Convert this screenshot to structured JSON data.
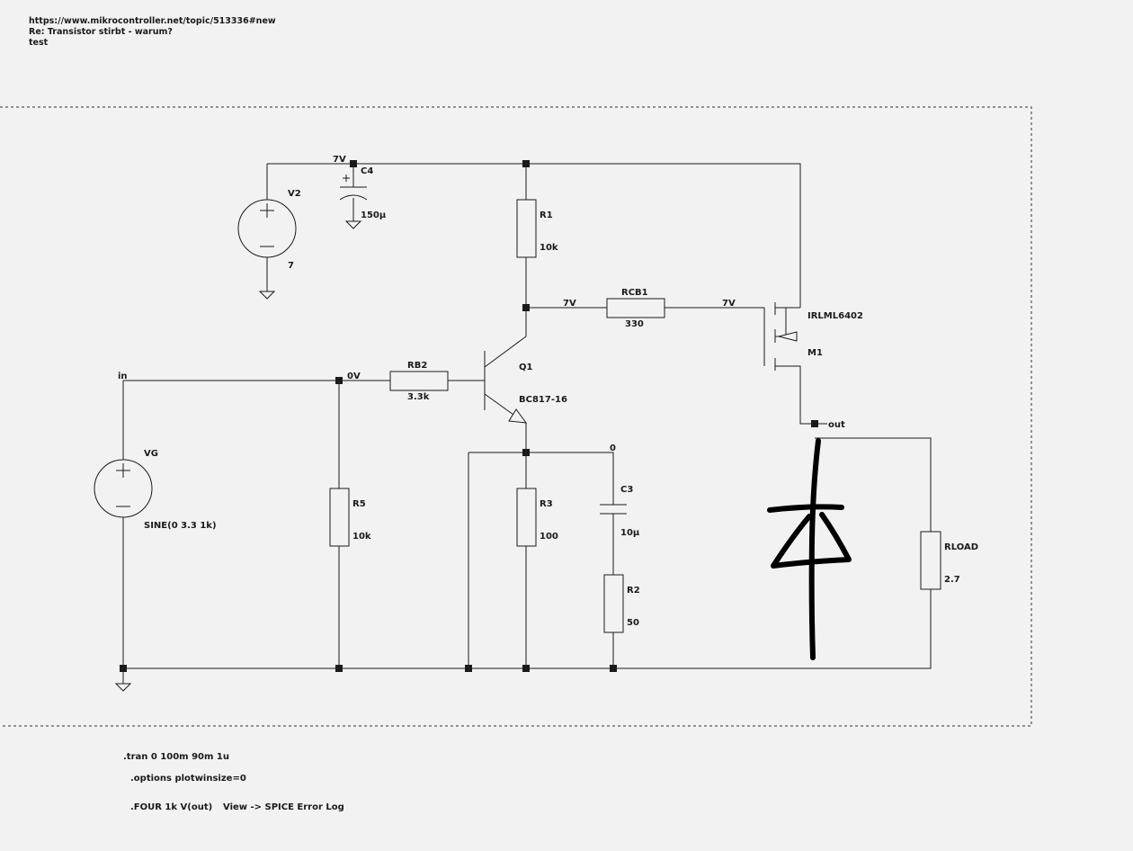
{
  "header": {
    "url": "https://www.mikrocontroller.net/topic/513336#new",
    "subject": "Re: Transistor stirbt - warum?",
    "note": "test"
  },
  "components": {
    "v2": {
      "name": "V2",
      "value": "7"
    },
    "c4": {
      "name": "C4",
      "value": "150µ"
    },
    "r1": {
      "name": "R1",
      "value": "10k"
    },
    "rcb1": {
      "name": "RCB1",
      "value": "330"
    },
    "m1": {
      "name": "M1",
      "value": "IRLML6402"
    },
    "q1": {
      "name": "Q1",
      "value": "BC817-16"
    },
    "rb2": {
      "name": "RB2",
      "value": "3.3k"
    },
    "vg": {
      "name": "VG",
      "value": "SINE(0 3.3 1k)"
    },
    "r5": {
      "name": "R5",
      "value": "10k"
    },
    "r3": {
      "name": "R3",
      "value": "100"
    },
    "c3": {
      "name": "C3",
      "value": "10µ"
    },
    "r2": {
      "name": "R2",
      "value": "50"
    },
    "rload": {
      "name": "RLOAD",
      "value": "2.7"
    }
  },
  "labels": {
    "v7_top": "7V",
    "v7_collector": "7V",
    "v7_gate": "7V",
    "v0_base": "0V",
    "zero_emitter": "0",
    "in": "in",
    "out": "out"
  },
  "directives": {
    "tran": ".tran 0 100m 90m 1u",
    "options": ".options plotwinsize=0",
    "four": ".FOUR 1k V(out)",
    "hint": "View -> SPICE Error Log"
  }
}
